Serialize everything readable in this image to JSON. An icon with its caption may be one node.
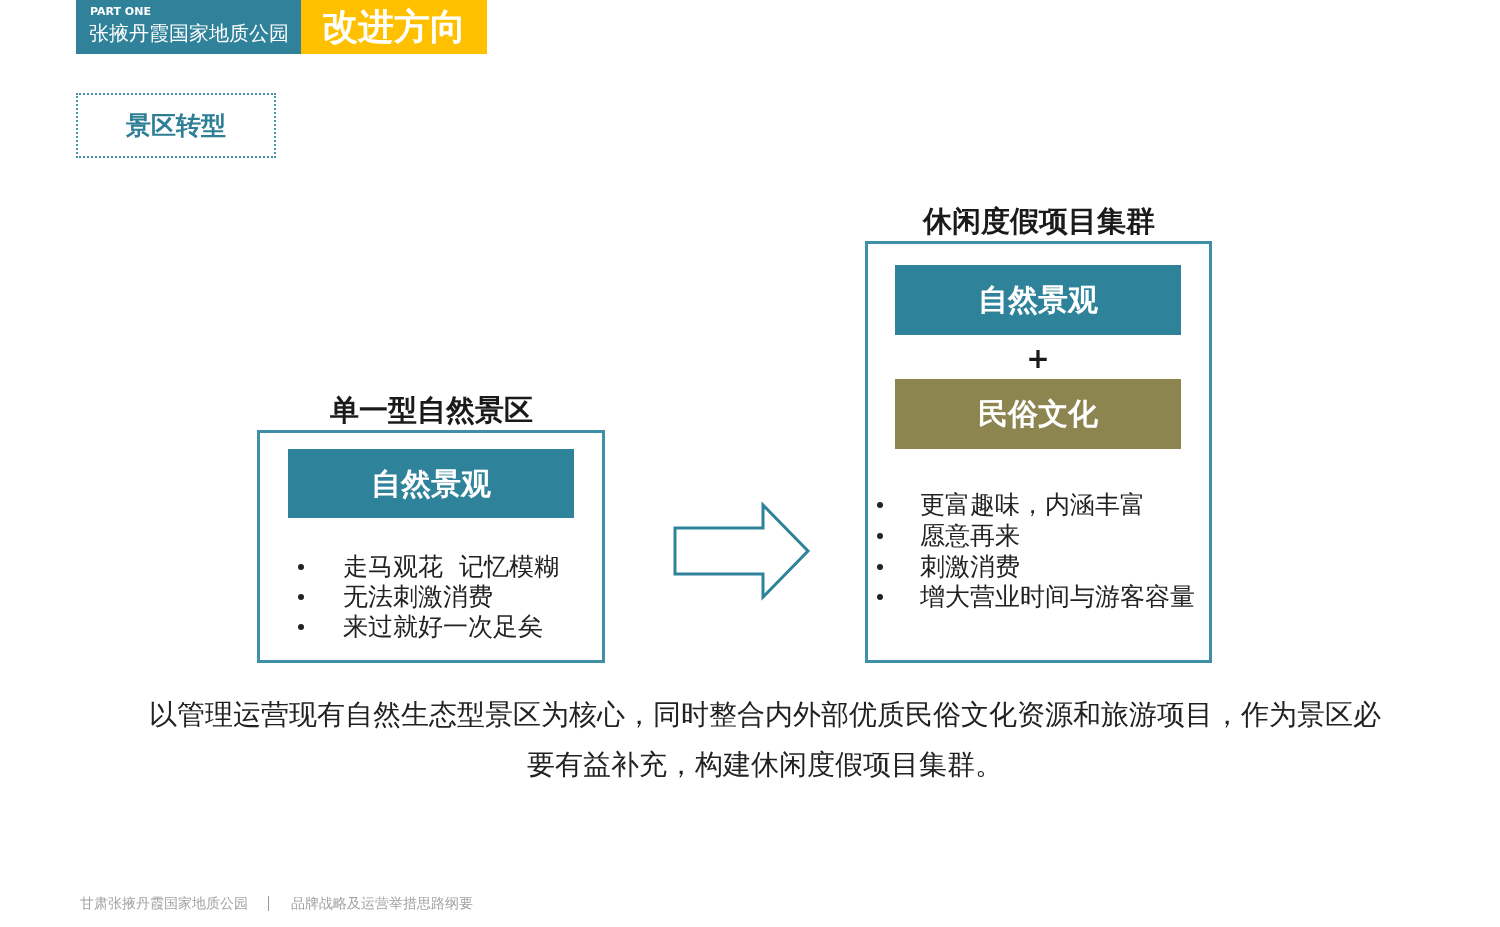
{
  "diagram": {
    "title": "改进方向",
    "caption": "以管理运营现有自然生态型景区为核心，同时整合内外部优质民俗文化资源和旅游项目，作为景区必要有益补充，构建休闲度假项目集群。",
    "nodes": [
      {
        "text": [
          "景区转型"
        ]
      },
      {
        "text": [
          "单一型自然景区",
          "走马观花  记忆模糊",
          "无法刺激消费",
          "来过就好一次足矣"
        ]
      },
      {
        "text": [
          "自然景观"
        ],
        "in": 1
      },
      {
        "text": [
          "休闲度假项目集群",
          "更富趣味，内涵丰富",
          "愿意再来",
          "刺激消费",
          "增大营业时间与游客容量"
        ]
      },
      {
        "text": [
          "自然景观"
        ],
        "in": 3
      },
      {
        "text": [
          "民俗文化"
        ],
        "in": 3
      }
    ],
    "edges": [
      {
        "from": 1,
        "to": 3,
        "arrow": "to"
      }
    ],
    "labels": [
      "PART ONE",
      "张掖丹霞国家地质公园",
      "+",
      "甘肃张掖丹霞国家地质公园",
      "品牌战略及运营举措思路纲要"
    ]
  }
}
